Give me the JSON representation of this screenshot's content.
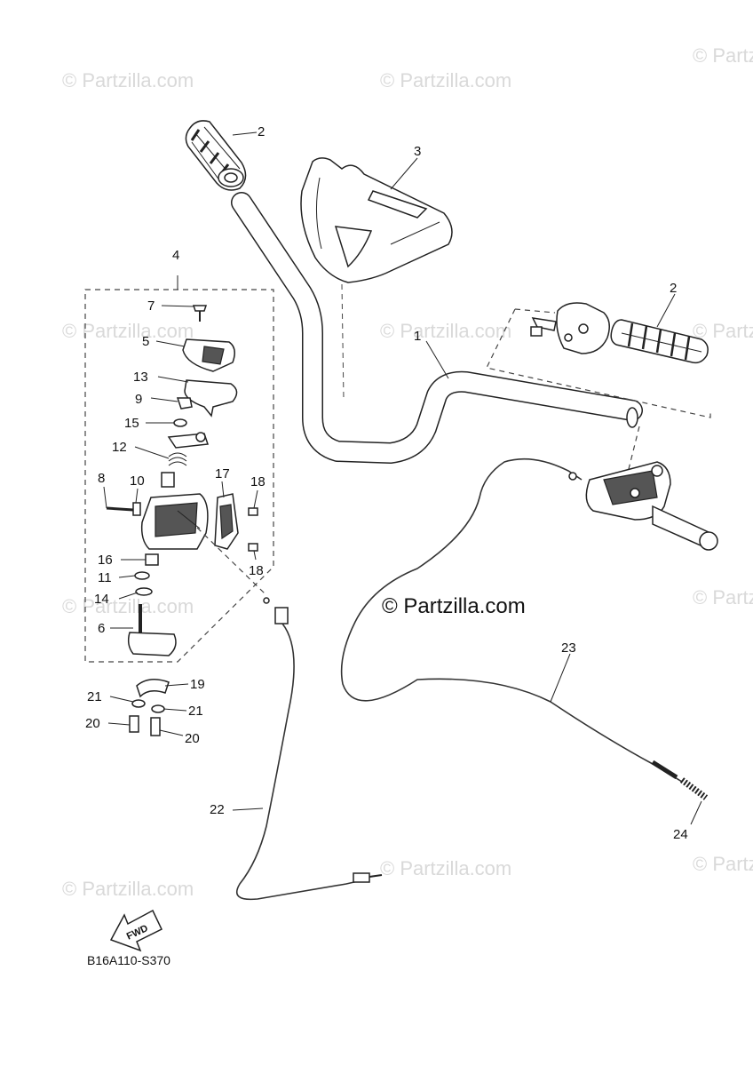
{
  "watermark": {
    "small_text": "© Partzilla.com",
    "center_text": "© Partzilla.com"
  },
  "diagram_code": "B16A110-S370",
  "fwd_label": "FWD",
  "callouts": {
    "c1": "1",
    "c2a": "2",
    "c2b": "2",
    "c3": "3",
    "c4": "4",
    "c5": "5",
    "c6": "6",
    "c7": "7",
    "c8": "8",
    "c9": "9",
    "c10": "10",
    "c11": "11",
    "c12": "12",
    "c13": "13",
    "c14": "14",
    "c15": "15",
    "c16": "16",
    "c17": "17",
    "c18a": "18",
    "c18b": "18",
    "c19": "19",
    "c20a": "20",
    "c20b": "20",
    "c21a": "21",
    "c21b": "21",
    "c22": "22",
    "c23": "23",
    "c24": "24"
  }
}
